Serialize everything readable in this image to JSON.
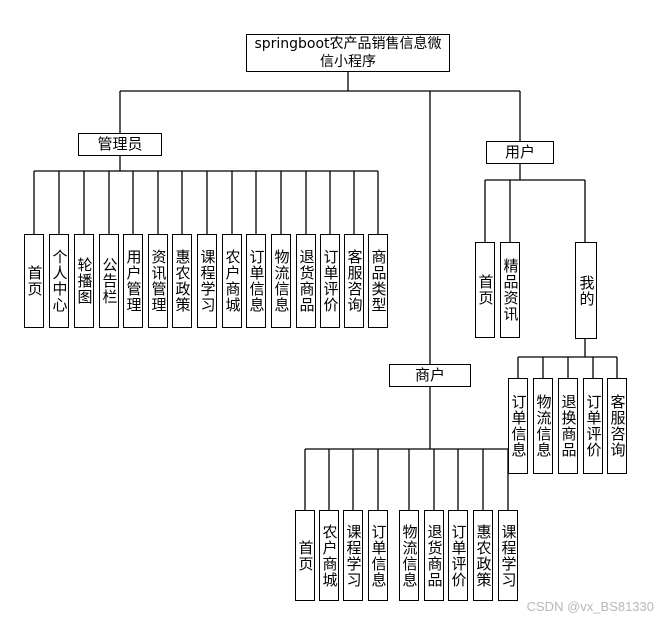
{
  "root": {
    "label": "springboot农产品销售信息微信小程序"
  },
  "admin": {
    "label": "管理员",
    "children": [
      "首页",
      "个人中心",
      "轮播图",
      "公告栏",
      "用户管理",
      "资讯管理",
      "惠农政策",
      "课程学习",
      "农户商城",
      "订单信息",
      "物流信息",
      "退货商品",
      "订单评价",
      "客服咨询",
      "商品类型"
    ]
  },
  "user": {
    "label": "用户",
    "children": [
      "首页",
      "精品资讯",
      "我的"
    ],
    "mine_children": [
      "订单信息",
      "物流信息",
      "退换商品",
      "订单评价",
      "客服咨询"
    ]
  },
  "merchant": {
    "label": "商户",
    "children": [
      "首页",
      "农户商城",
      "课程学习",
      "订单信息",
      "物流信息",
      "退货商品",
      "订单评价",
      "惠农政策",
      "课程学习"
    ]
  },
  "watermark": "CSDN @vx_BS81330"
}
